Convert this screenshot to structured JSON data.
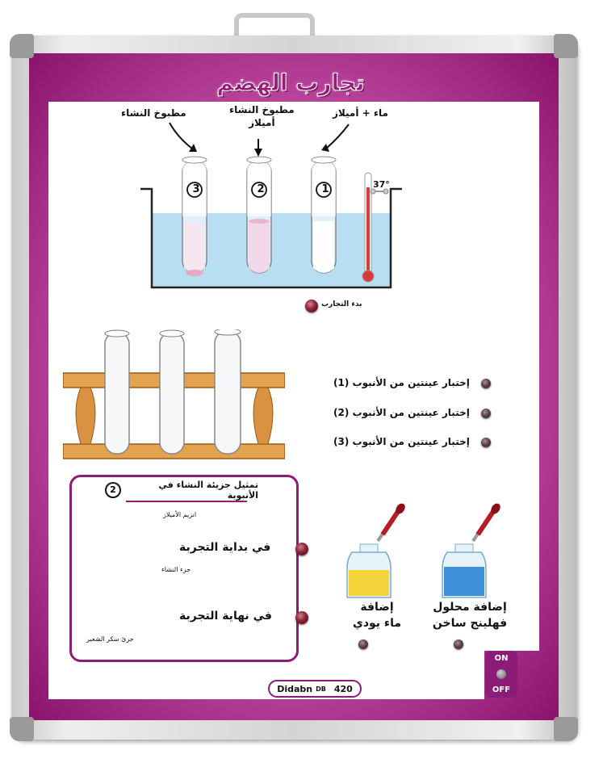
{
  "title": "تجارب الهضم",
  "beaker": {
    "tube_labels": [
      "مطبوخ النشاء",
      "مطبوخ النشاء\nأميلاز",
      "ماء + أميلاز"
    ],
    "tube_numbers": [
      "3",
      "2",
      "1"
    ],
    "temperature": "37°",
    "start_label": "بدء التجارب"
  },
  "tests": [
    "إختبار عينتين من الأنبوب (1)",
    "إختبار عينتين من الأنبوب (2)",
    "إختبار عينتين من الأنبوب (3)"
  ],
  "starch_panel": {
    "title": "تمثيل جزيئة النشاء في الأنبوبة",
    "number": "2",
    "amylase_label": "انزيم الأميلاز",
    "starch_label": "جزء النشاء",
    "maltose_label": "جزئ سكر الشعير",
    "start_label": "في بداية التجربة",
    "end_label": "في نهاية التجربة"
  },
  "reagents": [
    {
      "label_line1": "إضافة",
      "label_line2": "ماء يودي",
      "liquid_color": "#f4d43a"
    },
    {
      "label_line1": "إضافة محلول",
      "label_line2": "فهلينج ساخن",
      "liquid_color": "#3f8fd8"
    }
  ],
  "footer": {
    "brand": "Didabn",
    "suffix": "DB",
    "number": "420",
    "on": "ON",
    "off": "OFF"
  },
  "colors": {
    "frame_magenta": "#9a1a7a",
    "water": "#b8def2",
    "brand_purple": "#8b1c78"
  }
}
